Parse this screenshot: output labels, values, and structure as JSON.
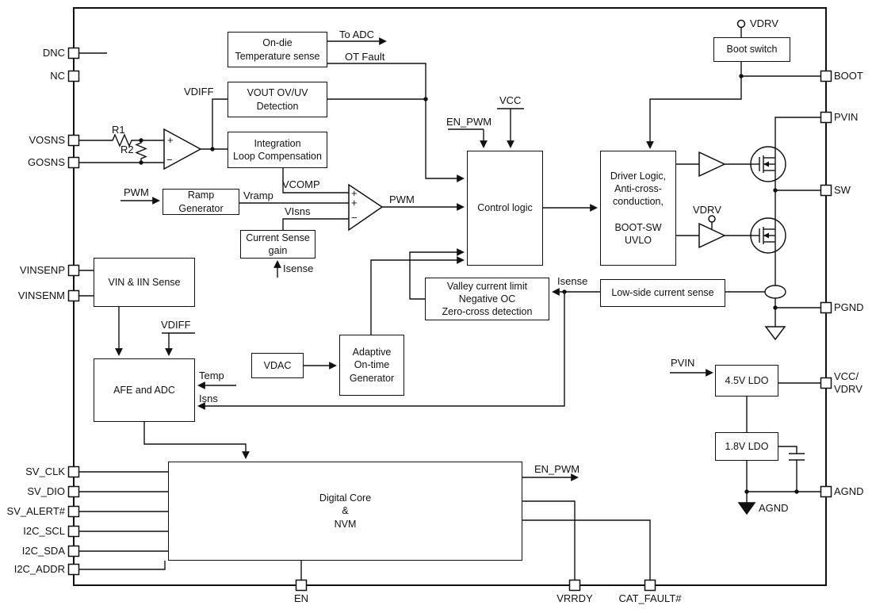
{
  "pins": {
    "left": [
      "DNC",
      "NC",
      "VOSNS",
      "GOSNS",
      "VINSENP",
      "VINSENM",
      "SV_CLK",
      "SV_DIO",
      "SV_ALERT#",
      "I2C_SCL",
      "I2C_SDA",
      "I2C_ADDR"
    ],
    "right": [
      "BOOT",
      "PVIN",
      "SW",
      "PGND",
      "VCC/\nVDRV",
      "AGND"
    ],
    "bottom": [
      "EN",
      "VRRDY",
      "CAT_FAULT#"
    ],
    "top": [
      "VDRV"
    ]
  },
  "blocks": {
    "temp_sense": "On-die\nTemperature sense",
    "vout_ovuv": "VOUT OV/UV\nDetection",
    "integration": "Integration\nLoop Compensation",
    "ramp_gen": "Ramp\nGenerator",
    "cs_gain": "Current Sense\ngain",
    "control_logic": "Control logic",
    "driver_logic": "Driver Logic,\nAnti-cross-\nconduction,\n\nBOOT-SW\nUVLO",
    "boot_switch": "Boot switch",
    "valley": "Valley current limit\nNegative OC\nZero-cross detection",
    "low_side": "Low-side current sense",
    "vin_iin": "VIN & IIN Sense",
    "afe_adc": "AFE and ADC",
    "vdac": "VDAC",
    "aot": "Adaptive\nOn-time\nGenerator",
    "digital_core": "Digital Core\n&\nNVM",
    "ldo_45": "4.5V LDO",
    "ldo_18": "1.8V LDO"
  },
  "signals": {
    "to_adc": "To ADC",
    "ot_fault": "OT Fault",
    "vdiff": "VDIFF",
    "vcomp": "VCOMP",
    "vramp": "Vramp",
    "visns": "VIsns",
    "isense": "Isense",
    "pwm": "PWM",
    "vcc": "VCC",
    "en_pwm": "EN_PWM",
    "vdrv": "VDRV",
    "temp": "Temp",
    "isns": "Isns",
    "pvin": "PVIN",
    "agnd": "AGND",
    "r1": "R1",
    "r2": "R2"
  },
  "symbols": {
    "plus": "+",
    "minus": "−"
  },
  "colors": {
    "ink": "#111111",
    "background": "#ffffff"
  }
}
